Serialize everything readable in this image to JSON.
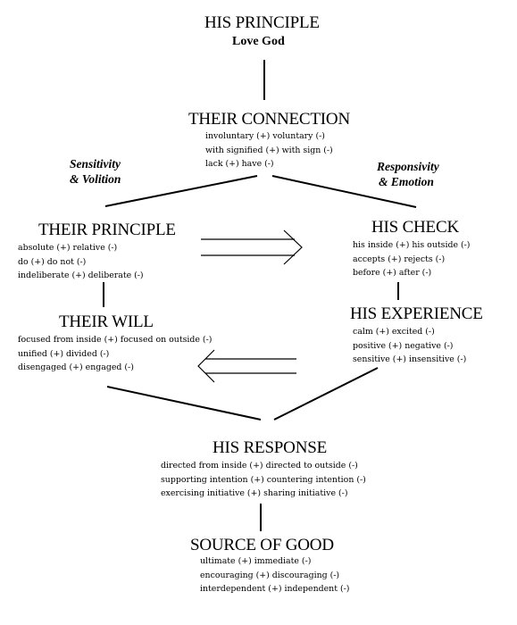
{
  "his_principle": {
    "title": "HIS PRINCIPLE",
    "subtitle": "Love God"
  },
  "their_connection": {
    "title": "THEIR CONNECTION",
    "items": [
      "involuntary (+) voluntary (-)",
      "with signified (+) with sign (-)",
      "lack (+) have (-)"
    ]
  },
  "left_label": {
    "line1": "Sensitivity",
    "line2": "& Volition"
  },
  "right_label": {
    "line1": "Responsivity",
    "line2": "& Emotion"
  },
  "their_principle": {
    "title": "THEIR PRINCIPLE",
    "items": [
      "absolute (+) relative (-)",
      "do (+) do not (-)",
      "indeliberate (+) deliberate (-)"
    ]
  },
  "his_check": {
    "title": "HIS CHECK",
    "items": [
      "his inside (+) his outside (-)",
      "accepts (+) rejects (-)",
      "before (+) after (-)"
    ]
  },
  "their_will": {
    "title": "THEIR WILL",
    "items": [
      "focused from inside (+) focused on outside (-)",
      "unified (+) divided (-)",
      "disengaged (+) engaged (-)"
    ]
  },
  "his_experience": {
    "title": "HIS EXPERIENCE",
    "items": [
      "calm (+) excited (-)",
      "positive (+) negative (-)",
      "sensitive (+) insensitive (-)"
    ]
  },
  "his_response": {
    "title": "HIS RESPONSE",
    "items": [
      "directed from inside (+) directed to outside (-)",
      "supporting intention (+) countering intention (-)",
      "exercising initiative (+) sharing initiative (-)"
    ]
  },
  "source_of_good": {
    "title": "SOURCE OF GOOD",
    "items": [
      "ultimate (+) immediate (-)",
      "encouraging (+) discouraging (-)",
      "interdependent (+) independent (-)"
    ]
  }
}
